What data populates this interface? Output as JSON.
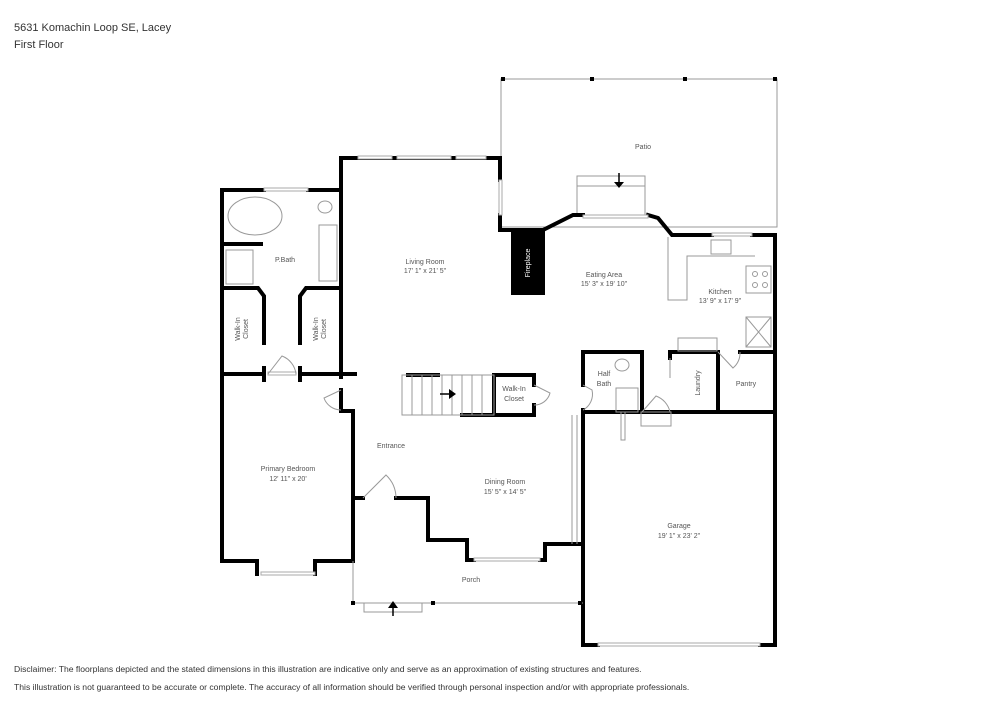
{
  "header": {
    "address": "5631 Komachin Loop SE, Lacey",
    "floor": "First Floor"
  },
  "rooms": {
    "patio": {
      "name": "Patio"
    },
    "pbath": {
      "name": "P.Bath"
    },
    "living": {
      "name": "Living Room",
      "dims": "17' 1\" x 21' 5\""
    },
    "fireplace": {
      "name": "Fireplace"
    },
    "eating": {
      "name": "Eating Area",
      "dims": "15' 3\" x 19' 10\""
    },
    "kitchen": {
      "name": "Kitchen",
      "dims": "13' 9\" x 17' 9\""
    },
    "walkin1": {
      "name": "Walk-In Closet",
      "line1": "Walk-In",
      "line2": "Closet"
    },
    "walkin2": {
      "name": "Walk-In Closet",
      "line1": "Walk-In",
      "line2": "Closet"
    },
    "walkin3": {
      "name": "Walk-In Closet",
      "line1": "Walk-In",
      "line2": "Closet"
    },
    "halfbath": {
      "name": "Half Bath",
      "line1": "Half",
      "line2": "Bath"
    },
    "laundry": {
      "name": "Laundry"
    },
    "pantry": {
      "name": "Pantry"
    },
    "entrance": {
      "name": "Entrance"
    },
    "primary_bedroom": {
      "name": "Primary Bedroom",
      "dims": "12' 11\" x 20'"
    },
    "dining": {
      "name": "Dining Room",
      "dims": "15' 5\" x 14' 5\""
    },
    "garage": {
      "name": "Garage",
      "dims": "19' 1\" x 23' 2\""
    },
    "porch": {
      "name": "Porch"
    }
  },
  "disclaimer": {
    "line1": "Disclaimer: The floorplans depicted and the stated dimensions in this illustration are indicative only and serve as an approximation of existing structures and features.",
    "line2": "This illustration is not guaranteed to be accurate or complete. The accuracy of all information should be verified through personal inspection and/or with appropriate professionals."
  }
}
